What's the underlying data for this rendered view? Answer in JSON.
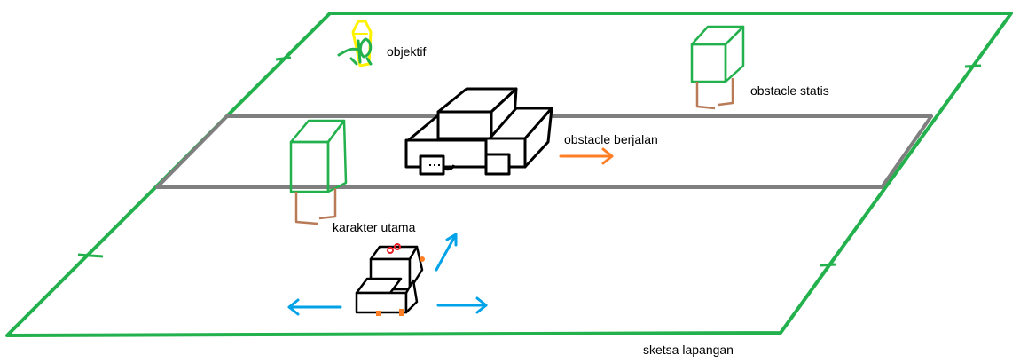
{
  "labels": {
    "objective": "objektif",
    "static_obstacle": "obstacle statis",
    "moving_obstacle": "obstacle berjalan",
    "main_character": "karakter utama",
    "field_sketch": "sketsa lapangan"
  },
  "colors": {
    "field_border": "#22b14c",
    "road": "#7f7f7f",
    "objective": "#fff200",
    "character_arrows": "#00a2e8",
    "moving_arrow": "#ff7f27",
    "box_outline": "#22b14c",
    "box_legs": "#b97a57",
    "outline": "#000000",
    "detail_red": "#ed1c24"
  }
}
